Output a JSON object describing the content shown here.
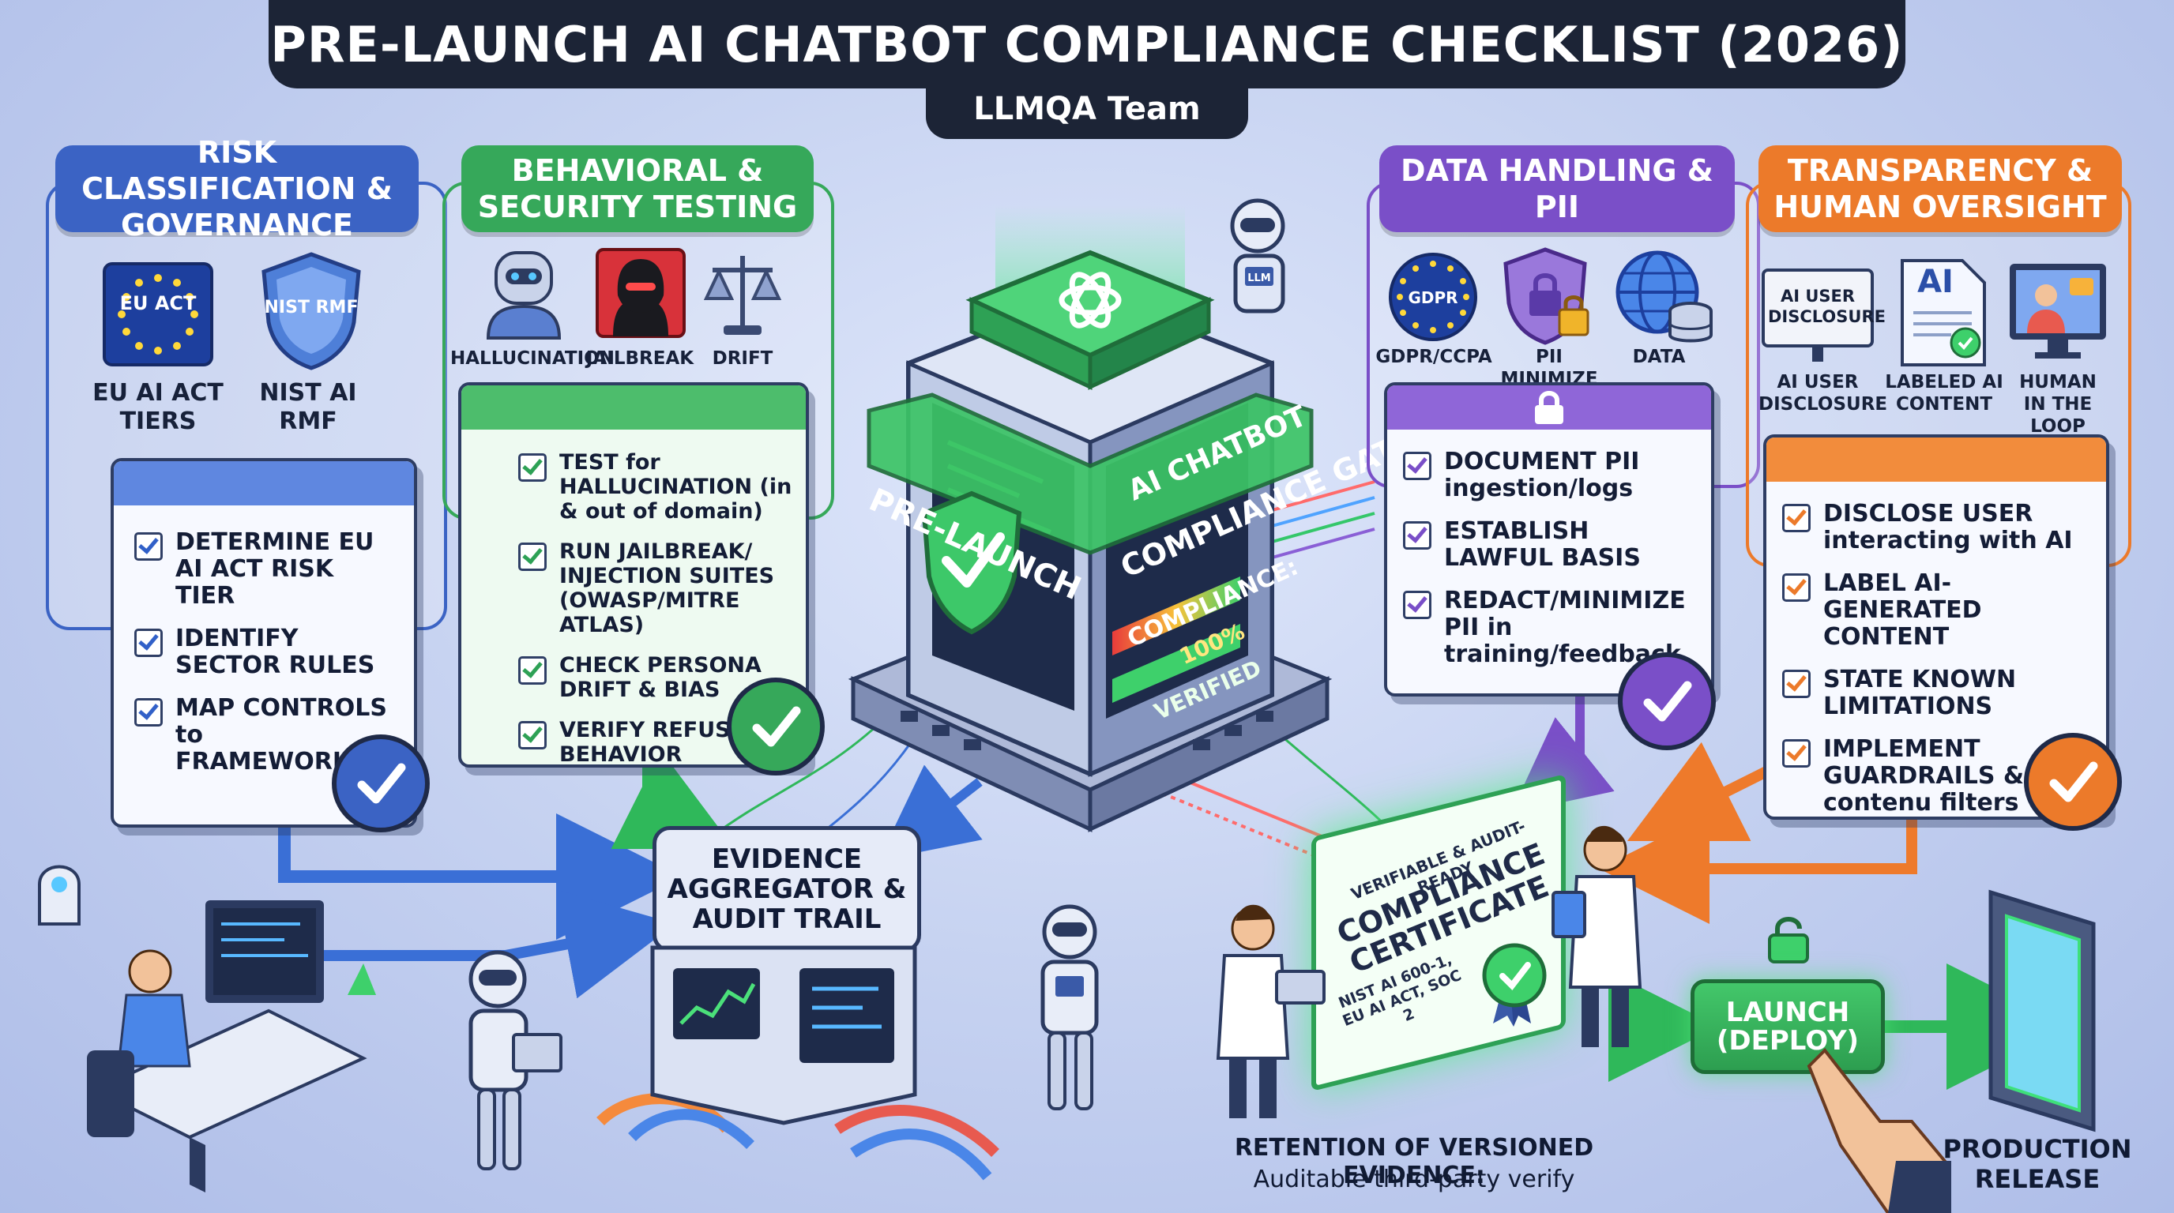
{
  "header": {
    "title": "PRE-LAUNCH AI CHATBOT COMPLIANCE CHECKLIST (2026)",
    "subtitle": "LLMQA Team"
  },
  "sections": {
    "risk": {
      "title": "RISK CLASSIFICATION & GOVERNANCE",
      "icons": [
        {
          "icon": "eu-flag-icon",
          "text": "EU ACT",
          "label": "EU AI ACT TIERS"
        },
        {
          "icon": "nist-shield-icon",
          "text": "NIST RMF",
          "label": "NIST AI RMF"
        }
      ],
      "items": [
        "DETERMINE EU AI ACT RISK TIER",
        "IDENTIFY SECTOR RULES",
        "MAP CONTROLS to FRAMEWORKS"
      ]
    },
    "testing": {
      "title": "BEHAVIORAL & SECURITY TESTING",
      "icons": [
        {
          "icon": "robot-icon",
          "label": "HALLUCINATION"
        },
        {
          "icon": "hacker-icon",
          "label": "JAILBREAK"
        },
        {
          "icon": "scales-icon",
          "label": "DRIFT"
        }
      ],
      "items": [
        "TEST for HALLUCINATION (in & out of domain)",
        "RUN JAILBREAK/ INJECTION SUITES (OWASP/MITRE ATLAS)",
        "CHECK PERSONA DRIFT & BIAS",
        "VERIFY REFUSAL BEHAVIOR"
      ]
    },
    "data": {
      "title": "DATA HANDLING & PII",
      "icons": [
        {
          "icon": "gdpr-icon",
          "text": "GDPR",
          "label": "GDPR/CCPA"
        },
        {
          "icon": "pii-shield-icon",
          "label": "PII MINIMIZE"
        },
        {
          "icon": "globe-database-icon",
          "label": "DATA"
        }
      ],
      "items": [
        "DOCUMENT PII ingestion/logs",
        "ESTABLISH LAWFUL BASIS",
        "REDACT/MINIMIZE PII in training/feedback"
      ]
    },
    "transparency": {
      "title": "TRANSPARENCY & HUMAN OVERSIGHT",
      "sign_text": "AI USER DISCLOSURE",
      "doc_text": "AI",
      "icons": [
        {
          "icon": "sign-icon",
          "label": "AI USER DISCLOSURE"
        },
        {
          "icon": "document-badge-icon",
          "label": "LABELED AI CONTENT"
        },
        {
          "icon": "human-monitor-icon",
          "label": "HUMAN IN THE LOOP"
        }
      ],
      "items": [
        "DISCLOSE USER interacting with AI",
        "LABEL AI-GENERATED CONTENT",
        "STATE KNOWN LIMITATIONS",
        "IMPLEMENT GUARDRAILS & contenu filters"
      ]
    }
  },
  "gate": {
    "band_left": "PRE-LAUNCH",
    "band_right": "COMPLIANCE GATE",
    "screen_title": "AI CHATBOT",
    "compliance_label": "COMPLIANCE:",
    "compliance_value": "100%",
    "verified": "VERIFIED",
    "robot_badge": "LLM"
  },
  "aggregator": {
    "label": "EVIDENCE AGGREGATOR & AUDIT TRAIL"
  },
  "certificate": {
    "top": "VERIFIABLE & AUDIT-READY",
    "title": "COMPLIANCE CERTIFICATE",
    "standards": "NIST AI 600-1, EU AI ACT, SOC 2"
  },
  "retention": {
    "line1": "RETENTION OF VERSIONED EVIDENCE:",
    "line2": "Auditable third-party verify"
  },
  "launch": {
    "label": "LAUNCH (DEPLOY)"
  },
  "release": {
    "label": "PRODUCTION RELEASE"
  },
  "colors": {
    "blue": "#3b63c4",
    "green": "#36a85a",
    "purple": "#7a4fc8",
    "orange": "#ec7a2a",
    "dark": "#1c2436"
  }
}
